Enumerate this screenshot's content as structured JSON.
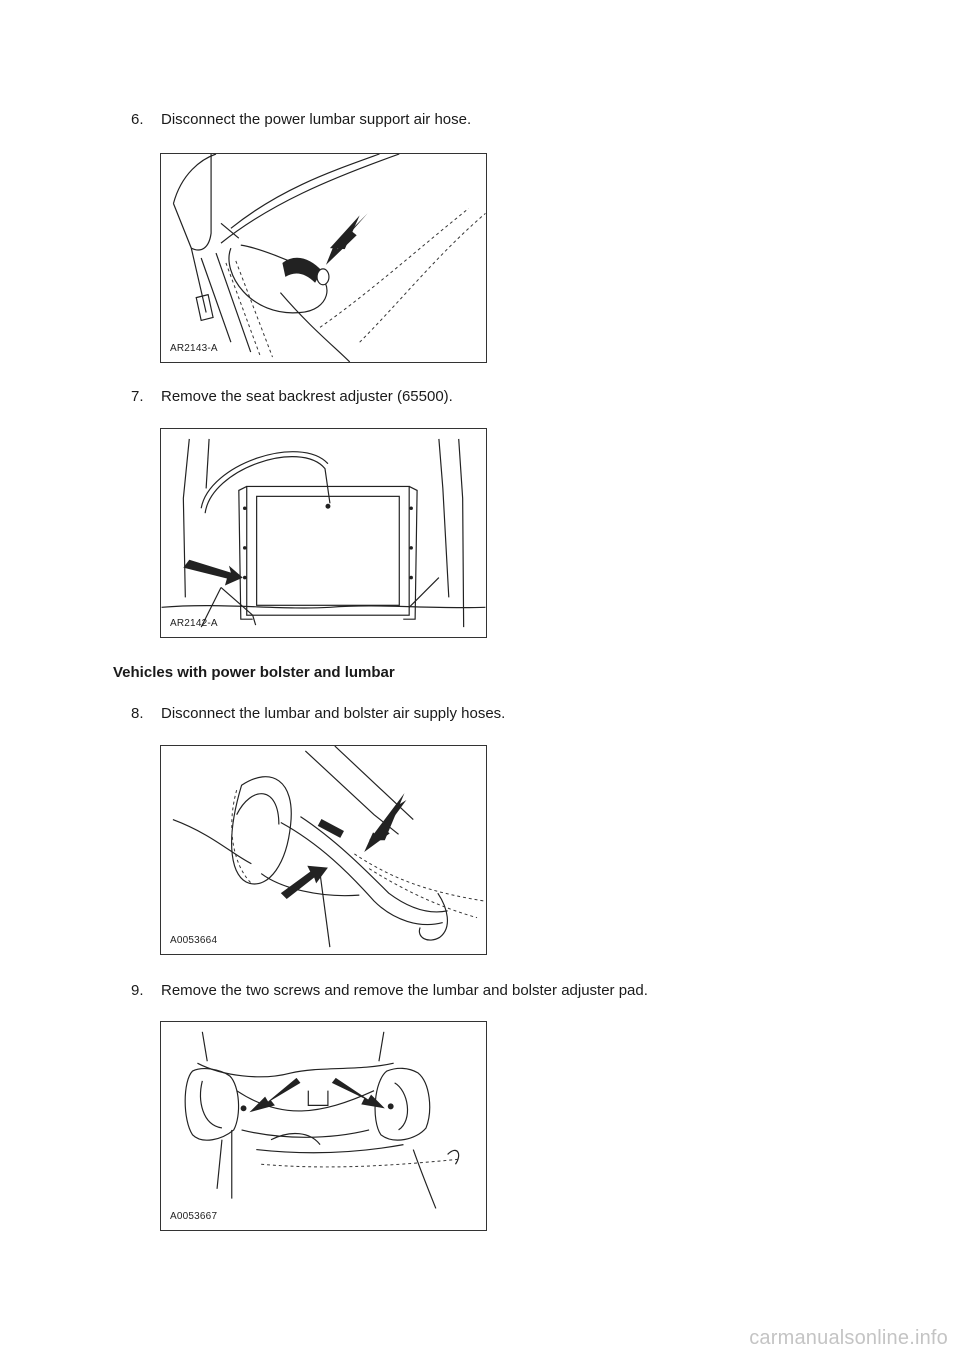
{
  "steps": [
    {
      "number": "6.",
      "text": "Disconnect the power lumbar support air hose.",
      "figure_label": "AR2143-A"
    },
    {
      "number": "7.",
      "text": "Remove the seat backrest adjuster (65500).",
      "figure_label": "AR2142-A"
    },
    {
      "number": "8.",
      "text": "Disconnect the lumbar and bolster air supply hoses.",
      "figure_label": "A0053664"
    },
    {
      "number": "9.",
      "text": "Remove the two screws and remove the lumbar and bolster adjuster pad.",
      "figure_label": "A0053667"
    }
  ],
  "section_heading": "Vehicles with power bolster and lumbar",
  "watermark": "carmanualsonline.info"
}
